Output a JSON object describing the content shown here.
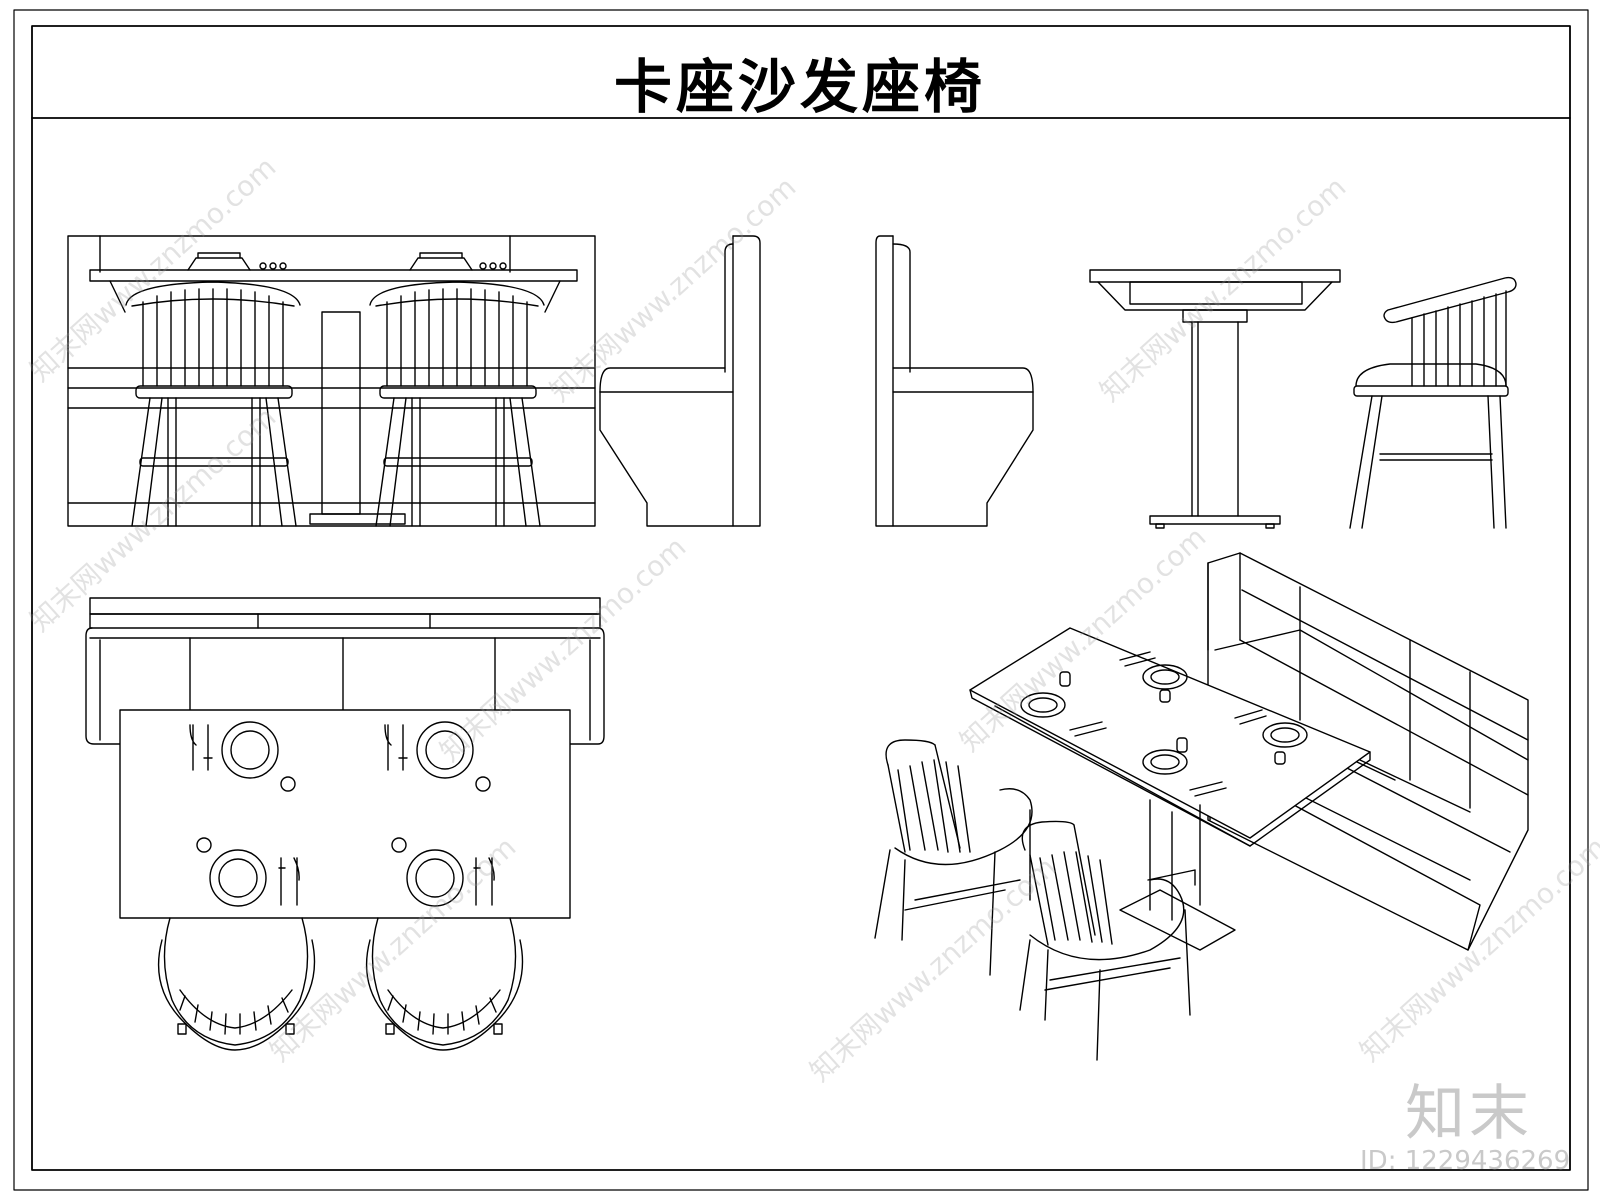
{
  "title": "卡座沙发座椅",
  "watermark": {
    "text": "知末网www.znzmo.com",
    "logo": "知末",
    "id_label": "ID: 1229436269"
  },
  "colors": {
    "line": "#000000",
    "watermark": "#c9c9c9",
    "background": "#ffffff"
  }
}
